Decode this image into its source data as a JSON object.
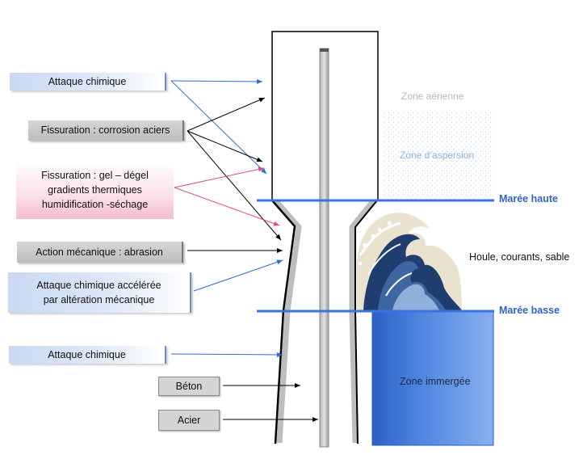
{
  "labels": {
    "attaque_chimique_top": "Attaque chimique",
    "fissuration_corrosion": "Fissuration : corrosion aciers",
    "fissuration_gel": "Fissuration : gel – dégel\ngradients thermiques\nhumidification -séchage",
    "action_mecanique": "Action mécanique : abrasion",
    "attaque_acceleree": "Attaque chimique accélérée\npar altération mécanique",
    "attaque_chimique_bottom": "Attaque chimique",
    "beton": "Béton",
    "acier": "Acier"
  },
  "zones": {
    "aerienne": "Zone aérienne",
    "aspersion": "Zone d’aspersion",
    "maree_haute": "Marée haute",
    "houle": "Houle, courants, sable",
    "maree_basse": "Marée basse",
    "immergee": "Zone immergée"
  },
  "colors": {
    "arrow_blue": "#2c6cd4",
    "arrow_black": "#000000",
    "arrow_pink": "#e24a7a",
    "tide_line": "#3a73e0",
    "immersed_zone": "#3b6fd6",
    "wave_dark": "#1f3d6e"
  }
}
